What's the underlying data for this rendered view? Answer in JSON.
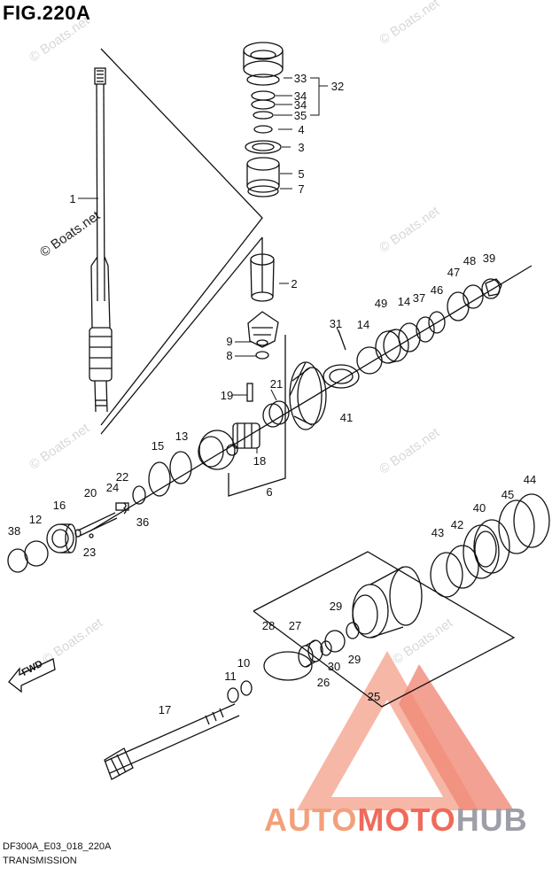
{
  "header": {
    "figure_label": "FIG.220A"
  },
  "footer": {
    "code": "DF300A_E03_018_220A",
    "title": "TRANSMISSION"
  },
  "watermarks": {
    "text": "© Boats.net"
  },
  "fwd_arrow": {
    "label": "FWD"
  },
  "logo": {
    "part1": "AUTO",
    "part2": "MOTO",
    "part3": "HUB"
  },
  "colors": {
    "line": "#111111",
    "watermark": "#d8d8d8",
    "logo_red": "#ef6a5a",
    "logo_orange": "#f3a07a",
    "logo_gray": "#9e9ea8"
  },
  "callouts": [
    "1",
    "2",
    "3",
    "4",
    "5",
    "6",
    "7",
    "8",
    "9",
    "10",
    "11",
    "12",
    "13",
    "14",
    "14",
    "15",
    "16",
    "17",
    "18",
    "19",
    "20",
    "21",
    "22",
    "23",
    "24",
    "25",
    "26",
    "27",
    "28",
    "29",
    "29",
    "30",
    "31",
    "32",
    "33",
    "34",
    "34",
    "35",
    "36",
    "37",
    "38",
    "39",
    "40",
    "41",
    "42",
    "43",
    "44",
    "45",
    "46",
    "47",
    "48",
    "49"
  ]
}
